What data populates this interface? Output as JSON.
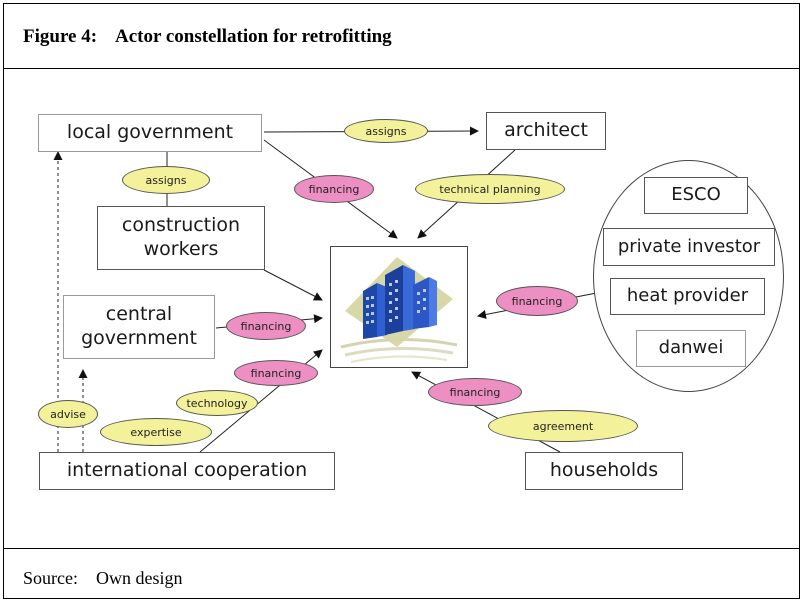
{
  "figure": {
    "number": "Figure 4:",
    "title": "Actor constellation for retrofitting"
  },
  "source": {
    "label": "Source:",
    "text": "Own design"
  },
  "actors": {
    "local_government": "local government",
    "architect": "architect",
    "construction_workers_line1": "construction",
    "construction_workers_line2": "workers",
    "central_government_line1": "central",
    "central_government_line2": "government",
    "international_cooperation": "international cooperation",
    "households": "households",
    "esco": "ESCO",
    "private_investor": "private investor",
    "heat_provider": "heat provider",
    "danwei": "danwei"
  },
  "relations": {
    "assigns_architect": "assigns",
    "assigns_workers": "assigns",
    "financing_local": "financing",
    "technical_planning": "technical planning",
    "financing_group": "financing",
    "financing_central": "financing",
    "financing_international": "financing",
    "technology": "technology",
    "expertise": "expertise",
    "advise": "advise",
    "financing_households": "financing",
    "agreement": "agreement"
  },
  "colors": {
    "relation_yellow": "#f3f19a",
    "relation_pink": "#ee8fc4"
  },
  "center_icon": "building-icon"
}
